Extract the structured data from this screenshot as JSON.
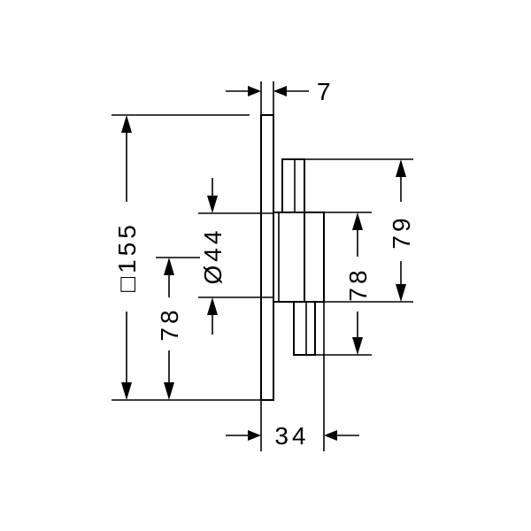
{
  "dimensions": {
    "plate_thickness": "7",
    "plate_size": "□155",
    "lower_height": "78",
    "diameter": "Ø44",
    "depth": "34",
    "upper_height": "79",
    "handle_height": "78"
  },
  "colors": {
    "line": "#000000",
    "background": "#ffffff"
  }
}
